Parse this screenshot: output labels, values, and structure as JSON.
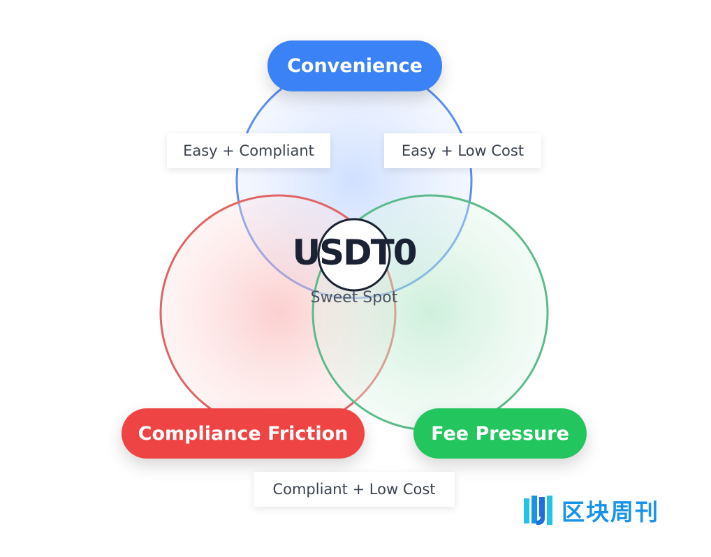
{
  "diagram": {
    "circles": [
      {
        "id": "convenience",
        "label": "Convenience",
        "color": "#3b82f6"
      },
      {
        "id": "compliance",
        "label": "Compliance Friction",
        "color": "#ef4444"
      },
      {
        "id": "fee",
        "label": "Fee Pressure",
        "color": "#22c55e"
      }
    ],
    "overlaps": {
      "convenience_compliance": "Easy + Compliant",
      "convenience_fee": "Easy + Low Cost",
      "compliance_fee": "Compliant + Low Cost"
    },
    "center": {
      "title": "USDT0",
      "subtitle": "Sweet Spot"
    }
  },
  "watermark": {
    "text": "区块周刊",
    "color": "#1793e8"
  }
}
